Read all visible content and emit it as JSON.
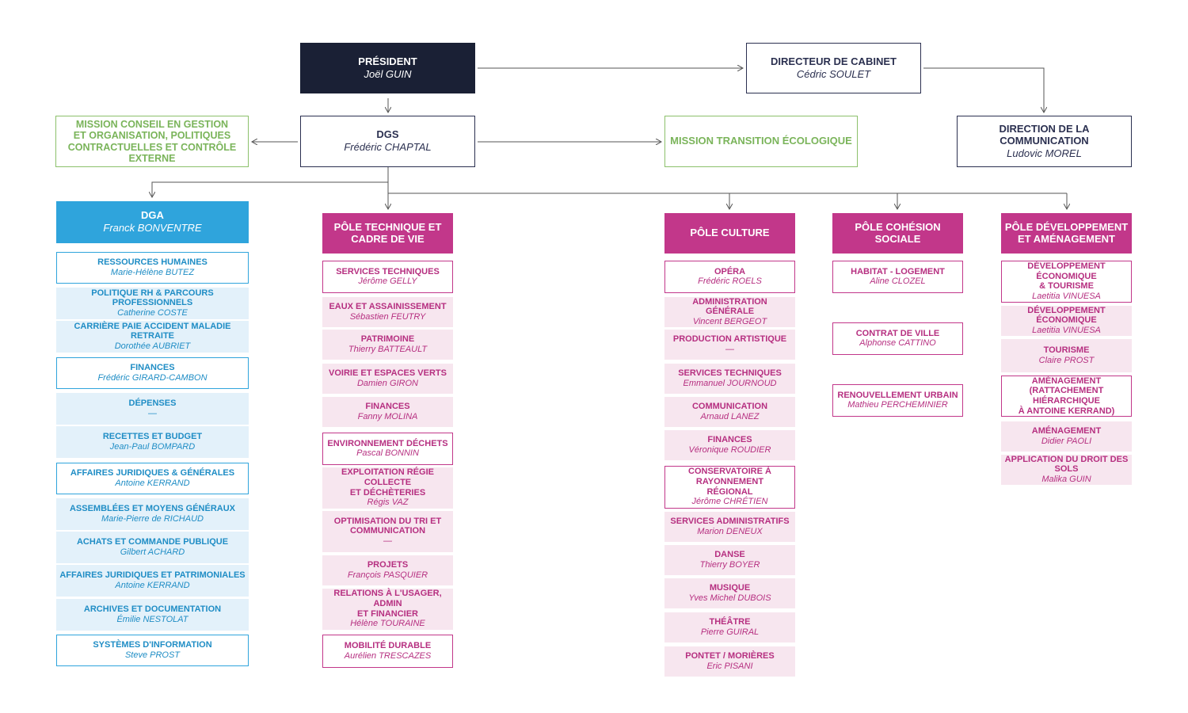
{
  "colors": {
    "navy": "#1a2035",
    "green": "#8cc06b",
    "blue": "#2fa4dc",
    "blue_fill": "#e3f1fa",
    "pink": "#c2378a",
    "pink_fill": "#f7e6ef",
    "line": "#555555"
  },
  "president": {
    "title": "PRÉSIDENT",
    "person": "Joël GUIN"
  },
  "cabinet": {
    "title": "DIRECTEUR DE CABINET",
    "person": "Cédric SOULET"
  },
  "communication": {
    "title": "DIRECTION DE LA COMMUNICATION",
    "person": "Ludovic MOREL"
  },
  "dgs": {
    "title": "DGS",
    "person": "Frédéric CHAPTAL"
  },
  "mission_conseil": {
    "title": "MISSION CONSEIL EN GESTION\nET ORGANISATION, POLITIQUES\nCONTRACTUELLES ET CONTRÔLE EXTERNE"
  },
  "mission_transition": {
    "title": "MISSION TRANSITION ÉCOLOGIQUE"
  },
  "dga": {
    "title": "DGA",
    "person": "Franck BONVENTRE",
    "units": [
      {
        "title": "RESSOURCES HUMAINES",
        "person": "Marie-Hélène BUTEZ",
        "style": "outline"
      },
      {
        "title": "POLITIQUE RH & PARCOURS PROFESSIONNELS",
        "person": "Catherine COSTE",
        "style": "fill"
      },
      {
        "title": "CARRIÈRE PAIE ACCIDENT MALADIE RETRAITE",
        "person": "Dorothée AUBRIET",
        "style": "fill"
      },
      {
        "title": "FINANCES",
        "person": "Frédéric GIRARD-CAMBON",
        "style": "outline"
      },
      {
        "title": "DÉPENSES",
        "person": "—",
        "style": "fill"
      },
      {
        "title": "RECETTES ET BUDGET",
        "person": "Jean-Paul BOMPARD",
        "style": "fill"
      },
      {
        "title": "AFFAIRES JURIDIQUES & GÉNÉRALES",
        "person": "Antoine KERRAND",
        "style": "outline"
      },
      {
        "title": "ASSEMBLÉES ET MOYENS GÉNÉRAUX",
        "person": "Marie-Pierre de RICHAUD",
        "style": "fill"
      },
      {
        "title": "ACHATS ET COMMANDE PUBLIQUE",
        "person": "Gilbert ACHARD",
        "style": "fill"
      },
      {
        "title": "AFFAIRES JURIDIQUES ET PATRIMONIALES",
        "person": "Antoine KERRAND",
        "style": "fill"
      },
      {
        "title": "ARCHIVES ET DOCUMENTATION",
        "person": "Émilie NESTOLAT",
        "style": "fill"
      },
      {
        "title": "SYSTÈMES D'INFORMATION",
        "person": "Steve PROST",
        "style": "outline"
      }
    ]
  },
  "pole_technique": {
    "title": "PÔLE TECHNIQUE ET\nCADRE DE VIE",
    "units": [
      {
        "title": "SERVICES TECHNIQUES",
        "person": "Jérôme GELLY",
        "style": "outline"
      },
      {
        "title": "EAUX ET ASSAINISSEMENT",
        "person": "Sébastien FEUTRY",
        "style": "fill"
      },
      {
        "title": "PATRIMOINE",
        "person": "Thierry BATTEAULT",
        "style": "fill"
      },
      {
        "title": "VOIRIE ET ESPACES VERTS",
        "person": "Damien GIRON",
        "style": "fill"
      },
      {
        "title": "FINANCES",
        "person": "Fanny MOLINA",
        "style": "fill"
      },
      {
        "title": "ENVIRONNEMENT DÉCHETS",
        "person": "Pascal BONNIN",
        "style": "outline"
      },
      {
        "title": "EXPLOITATION RÉGIE COLLECTE\nET DÉCHÈTERIES",
        "person": "Régis VAZ",
        "style": "fill"
      },
      {
        "title": "OPTIMISATION DU TRI ET\nCOMMUNICATION",
        "person": "—",
        "style": "fill"
      },
      {
        "title": "PROJETS",
        "person": "François PASQUIER",
        "style": "fill"
      },
      {
        "title": "RELATIONS À L'USAGER, ADMIN\nET FINANCIER",
        "person": "Hélène TOURAINE",
        "style": "fill"
      },
      {
        "title": "MOBILITÉ DURABLE",
        "person": "Aurélien TRESCAZES",
        "style": "outline"
      }
    ]
  },
  "pole_culture": {
    "title": "PÔLE CULTURE",
    "units": [
      {
        "title": "OPÉRA",
        "person": "Frédéric ROELS",
        "style": "outline"
      },
      {
        "title": "ADMINISTRATION GÉNÉRALE",
        "person": "Vincent BERGEOT",
        "style": "fill"
      },
      {
        "title": "PRODUCTION ARTISTIQUE",
        "person": "—",
        "style": "fill"
      },
      {
        "title": "SERVICES TECHNIQUES",
        "person": "Emmanuel JOURNOUD",
        "style": "fill"
      },
      {
        "title": "COMMUNICATION",
        "person": "Arnaud LANEZ",
        "style": "fill"
      },
      {
        "title": "FINANCES",
        "person": "Véronique ROUDIER",
        "style": "fill"
      },
      {
        "title": "CONSERVATOIRE À RAYONNEMENT\nRÉGIONAL",
        "person": "Jérôme CHRÉTIEN",
        "style": "outline"
      },
      {
        "title": "SERVICES ADMINISTRATIFS",
        "person": "Marion DENEUX",
        "style": "fill"
      },
      {
        "title": "DANSE",
        "person": "Thierry BOYER",
        "style": "fill"
      },
      {
        "title": "MUSIQUE",
        "person": "Yves Michel DUBOIS",
        "style": "fill"
      },
      {
        "title": "THÉÂTRE",
        "person": "Pierre GUIRAL",
        "style": "fill"
      },
      {
        "title": "PONTET / MORIÈRES",
        "person": "Eric PISANI",
        "style": "fill"
      }
    ]
  },
  "pole_cohesion": {
    "title": "PÔLE COHÉSION SOCIALE",
    "units": [
      {
        "title": "HABITAT - LOGEMENT",
        "person": "Aline CLOZEL",
        "style": "outline"
      },
      {
        "title": "CONTRAT DE VILLE",
        "person": "Alphonse CATTINO",
        "style": "outline"
      },
      {
        "title": "RENOUVELLEMENT URBAIN",
        "person": "Mathieu PERCHEMINIER",
        "style": "outline"
      }
    ]
  },
  "pole_developpement": {
    "title": "PÔLE DÉVELOPPEMENT\nET AMÉNAGEMENT",
    "units": [
      {
        "title": "DÉVELOPPEMENT ÉCONOMIQUE\n& TOURISME",
        "person": "Laetitia VINUESA",
        "style": "outline"
      },
      {
        "title": "DÉVELOPPEMENT ÉCONOMIQUE",
        "person": "Laetitia VINUESA",
        "style": "fill"
      },
      {
        "title": "TOURISME",
        "person": "Claire PROST",
        "style": "fill"
      },
      {
        "title": "AMÉNAGEMENT\n(RATTACHEMENT HIÉRARCHIQUE\nÀ ANTOINE KERRAND)",
        "person": "",
        "style": "outline"
      },
      {
        "title": "AMÉNAGEMENT",
        "person": "Didier PAOLI",
        "style": "fill"
      },
      {
        "title": "APPLICATION DU DROIT DES SOLS",
        "person": "Malika GUIN",
        "style": "fill"
      }
    ]
  }
}
